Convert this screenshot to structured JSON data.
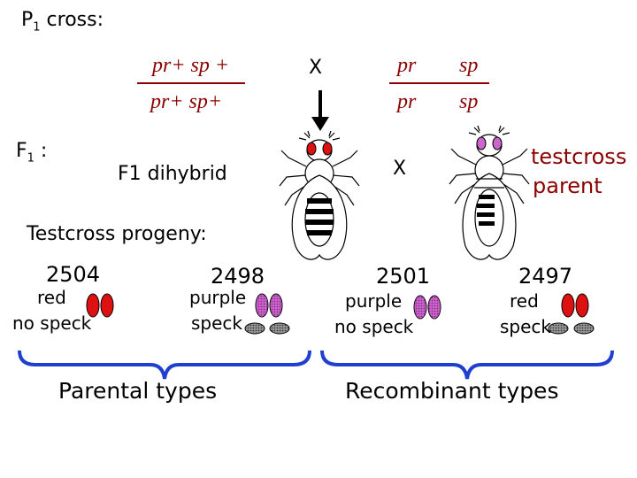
{
  "p1_cross": {
    "label": "P",
    "label_sub": "1",
    "label_suffix": " cross:"
  },
  "parent_left": {
    "top": "pr+ sp +",
    "bottom": "pr+  sp+"
  },
  "cross_symbol": "X",
  "parent_right": {
    "top_pr": "pr",
    "top_sp": "sp",
    "bottom_pr": "pr",
    "bottom_sp": "sp"
  },
  "f1": {
    "label": "F",
    "label_sub": "1",
    "label_suffix": " :",
    "dihybrid": "F1 dihybrid",
    "cross_symbol": "X"
  },
  "testcross_parent": {
    "line1": "testcross",
    "line2": "parent"
  },
  "progeny": {
    "heading": "Testcross progeny:",
    "groups": [
      {
        "count": "2504",
        "line1": "red",
        "line2": "no speck"
      },
      {
        "count": "2498",
        "line1": "purple",
        "line2": "speck"
      },
      {
        "count": "2501",
        "line1": "purple",
        "line2": "no speck"
      },
      {
        "count": "2497",
        "line1": "red",
        "line2": "speck"
      }
    ]
  },
  "types": {
    "parental": "Parental types",
    "recombinant": "Recombinant types"
  },
  "colors": {
    "genotype": "#8b0000",
    "red_eye": "#dd1111",
    "purple_eye": "#cc66cc",
    "speck": "#888888",
    "brace": "#1f3fd0"
  }
}
